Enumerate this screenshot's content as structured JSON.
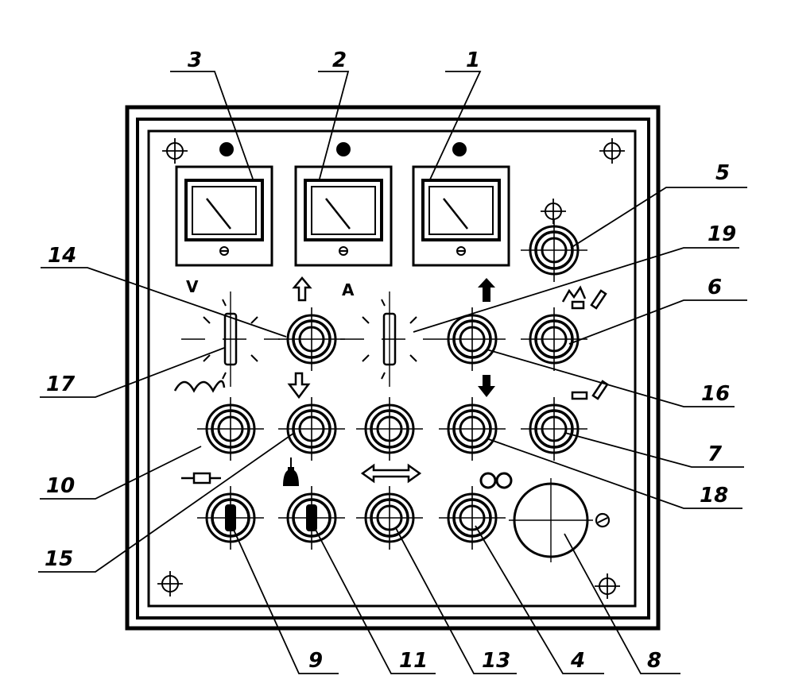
{
  "labels": {
    "l1": "1",
    "l2": "2",
    "l3": "3",
    "l4": "4",
    "l5": "5",
    "l6": "6",
    "l7": "7",
    "l8": "8",
    "l9": "9",
    "l10": "10",
    "l11": "11",
    "l13": "13",
    "l14": "14",
    "l15": "15",
    "l16": "16",
    "l17": "17",
    "l18": "18",
    "l19": "19"
  },
  "meter_marks": {
    "voltmeter": "V",
    "ammeter": "A"
  },
  "icons": {
    "meters": "analog-meter-icon",
    "arrows": [
      "arrow-up-outline-icon",
      "arrow-down-outline-icon",
      "arrow-up-filled-icon",
      "arrow-down-filled-icon",
      "double-arrow-horizontal-icon"
    ],
    "misc": [
      "coil-icon",
      "resistor-icon",
      "bell-icon",
      "double-circle-icon",
      "crosshair-icon",
      "screw-icon"
    ]
  }
}
